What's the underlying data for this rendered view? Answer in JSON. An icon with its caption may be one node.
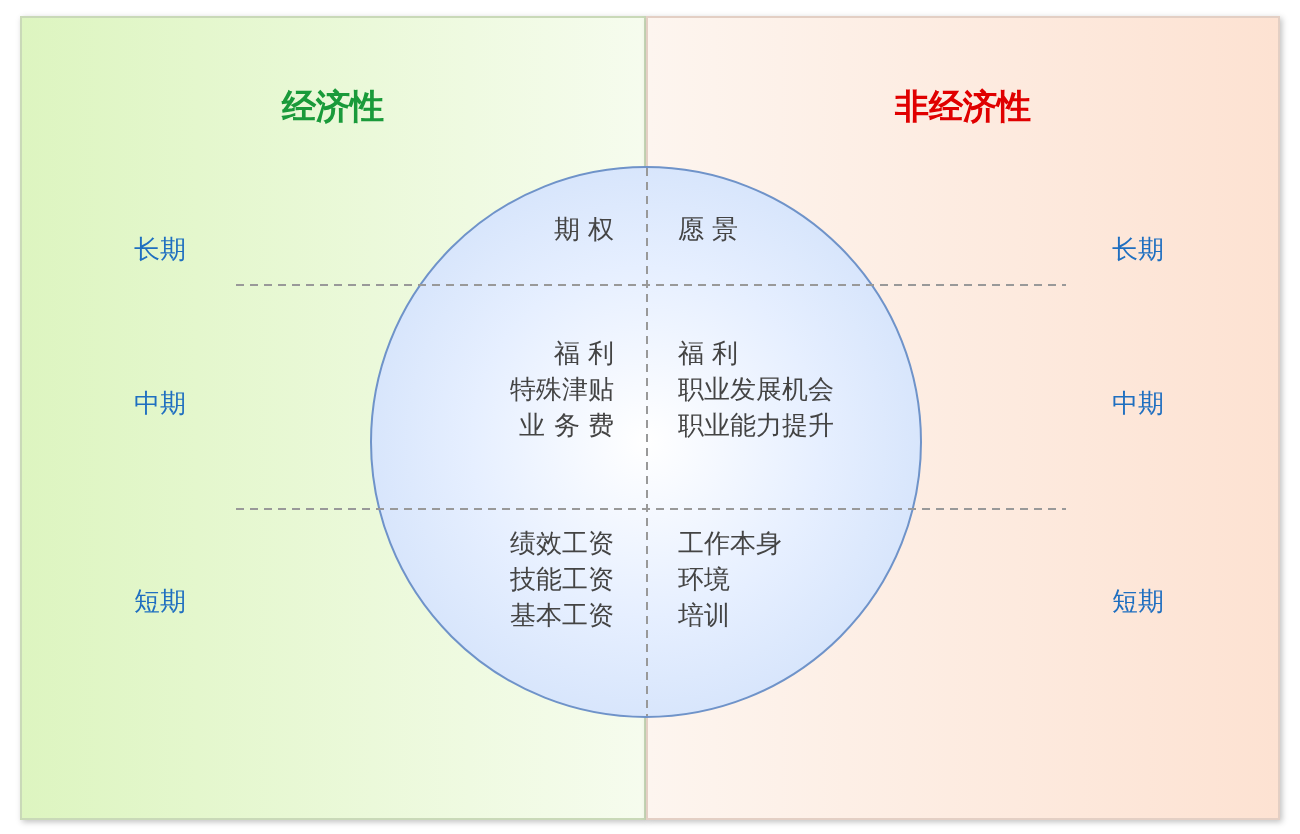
{
  "diagram": {
    "nodes": [
      {
        "text": [
          "经济性"
        ]
      },
      {
        "text": [
          "非经济性"
        ]
      },
      {
        "text": [
          "期 权",
          "愿 景",
          "福 利",
          "特殊津贴",
          "业 务 费",
          "福 利",
          "职业发展机会",
          "职业能力提升",
          "绩效工资",
          "技能工资",
          "基本工资",
          "工作本身",
          "环境",
          "培训"
        ]
      }
    ],
    "labels": [
      "长期",
      "长期",
      "中期",
      "中期",
      "短期",
      "短期"
    ]
  }
}
